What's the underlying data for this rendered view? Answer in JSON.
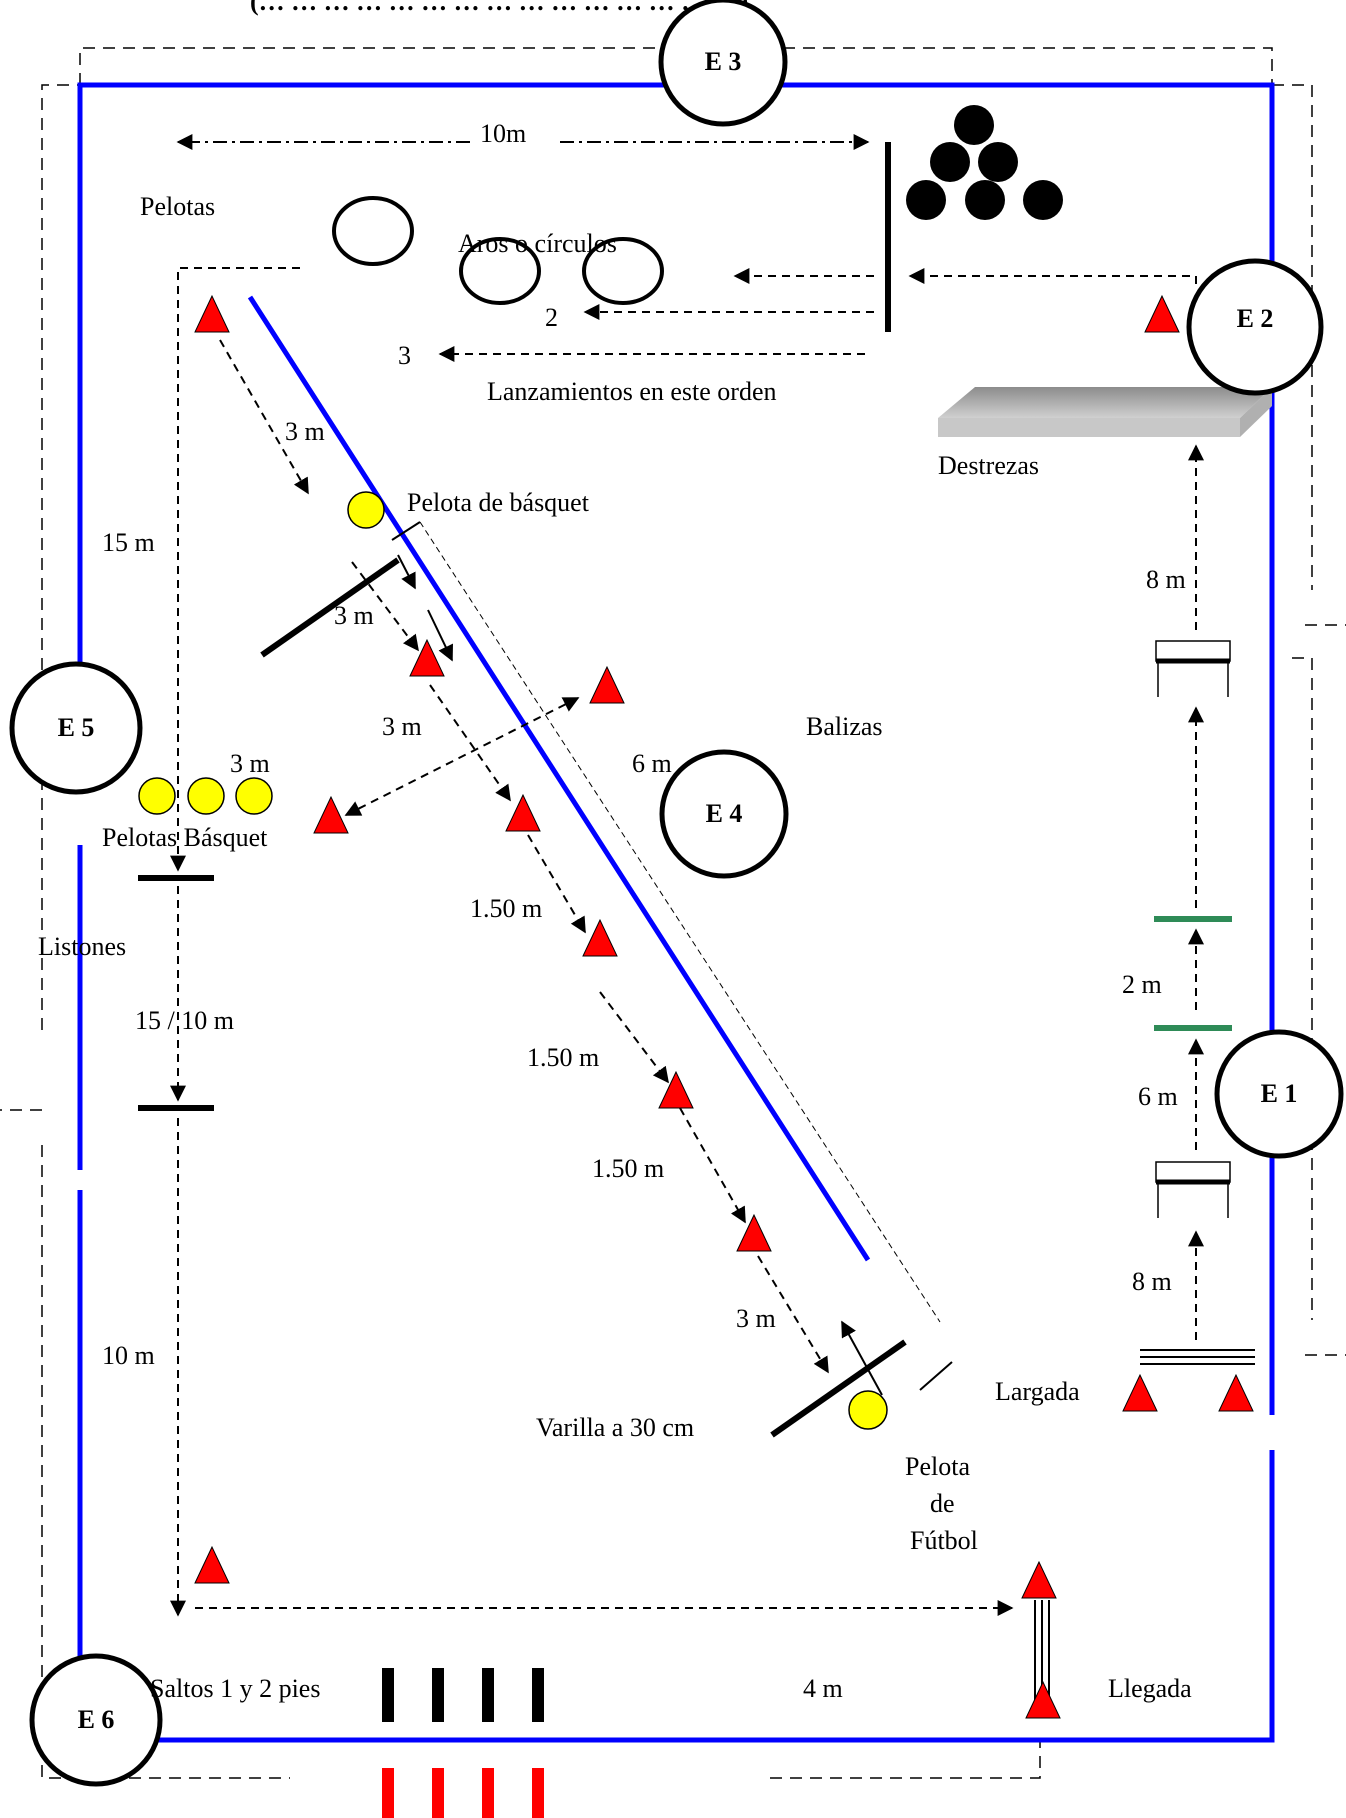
{
  "header": {
    "text": "(… … … … … … … … … … … … … … …)"
  },
  "stations": {
    "e1": "E 1",
    "e2": "E 2",
    "e3": "E 3",
    "e4": "E 4",
    "e5": "E 5",
    "e6": "E 6"
  },
  "labels": {
    "ten_m_top": "10m",
    "pelotas": "Pelotas",
    "aros": "Aros o círculos",
    "throw_2": "2",
    "throw_3": "3",
    "lanzamientos": "Lanzamientos en este orden",
    "three_m_a": "3 m",
    "pelota_basquet": "Pelota de básquet",
    "fifteen_m": "15 m",
    "three_m_b": "3 m",
    "three_m_c": "3 m",
    "balizas": "Balizas",
    "three_m_d": "3 m",
    "six_m_mid": "6 m",
    "pelotas_basquet": "Pelotas Básquet",
    "onefifty_a": "1.50 m",
    "listones": "Listones",
    "fifteen_ten": "15 / 10 m",
    "onefifty_b": "1.50 m",
    "onefifty_c": "1.50 m",
    "three_m_e": "3 m",
    "ten_m_left": "10 m",
    "varilla": "Varilla a 30 cm",
    "pelota_futbol_1": "Pelota",
    "pelota_futbol_2": "de",
    "pelota_futbol_3": "Fútbol",
    "saltos": "Saltos 1 y 2 pies",
    "four_m": "4 m",
    "llegada": "Llegada",
    "destrezas": "Destrezas",
    "eight_m_top": "8 m",
    "two_m": "2 m",
    "six_m_right": "6 m",
    "eight_m_bottom": "8 m",
    "largada": "Largada"
  },
  "colors": {
    "boundary": "#0000ff",
    "cone": "#ff0000",
    "ball": "#ffff00",
    "green_bar": "#2e8b57",
    "red_marks": "#ff0000",
    "mat": "#a0a0a0"
  }
}
